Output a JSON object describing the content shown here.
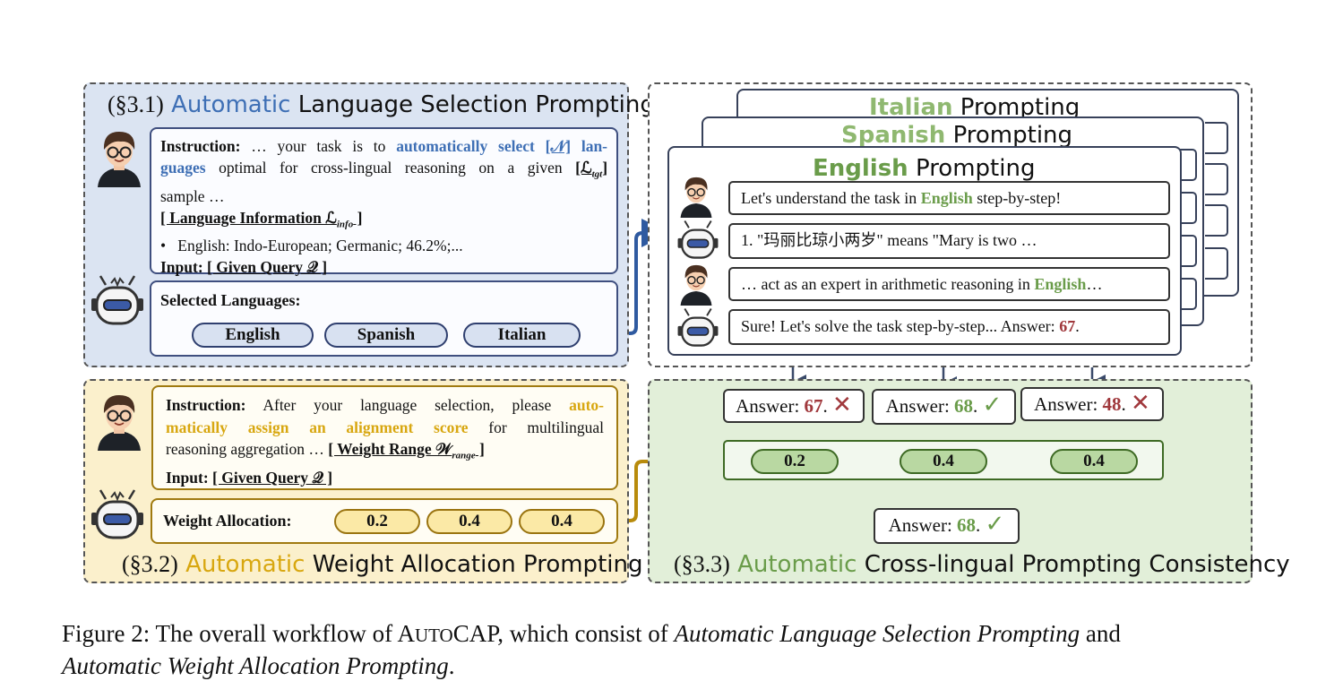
{
  "colors": {
    "blue": "#3e6fb5",
    "green": "#6a9c4a",
    "gold": "#d8a710",
    "red": "#a0383c",
    "panel_blue": "#dbe4f2",
    "panel_yellow": "#fbf0cc",
    "panel_green": "#e2efd9"
  },
  "sec31": {
    "num": "(§3.1)",
    "kw": "Automatic",
    "rest": "Language Selection Prompting",
    "instr_label": "Instruction:",
    "instr_pre": "… your task is to",
    "instr_kw1": "automatically select",
    "n_sym": "[𝒩]",
    "instr_kw2": "lan-",
    "instr_kw3": "guages",
    "instr_mid": "optimal for cross-lingual reasoning on a given",
    "l_tgt": "[ℒ",
    "l_tgt_sub": "tgt",
    "l_tgt_end": "]",
    "instr_end": "sample …",
    "li_open": "[ Language Information ℒ",
    "li_sub": "info",
    "li_close": " ]",
    "bullet": "English: Indo-European; Germanic; 46.2%;...",
    "input_label": "Input:",
    "input_q": "[ Given Query 𝒬 ]",
    "selected_label": "Selected Languages:",
    "langs": [
      "English",
      "Spanish",
      "Italian"
    ]
  },
  "sec32": {
    "num": "(§3.2)",
    "kw": "Automatic",
    "rest": "Weight Allocation Prompting",
    "instr_label": "Instruction:",
    "instr_pre": "After your language selection, please",
    "kw1": "auto-",
    "kw2": "matically assign an alignment score",
    "instr_mid": "for multilingual",
    "instr_line3": "reasoning aggregation …",
    "wr_open": "[ Weight Range 𝒲",
    "wr_sub": "range",
    "wr_close": " ]",
    "input_label": "Input:",
    "input_q": "[ Given Query 𝒬 ]",
    "weight_label": "Weight Allocation:",
    "weights": [
      "0.2",
      "0.4",
      "0.4"
    ]
  },
  "prompting": {
    "back2_lang": "Italian",
    "back1_lang": "Spanish",
    "front_lang": "English",
    "word": "Prompting",
    "chat1_pre": "Let's understand the task in",
    "chat1_kw": "English",
    "chat1_post": "step-by-step!",
    "chat2": "1.   \"玛丽比琼小两岁\" means \"Mary is two …",
    "chat3_pre": "… act as an expert in arithmetic reasoning in",
    "chat3_kw": "English",
    "chat3_post": "…",
    "chat4_pre": "Sure! Let's solve the task step-by-step... Answer:",
    "chat4_num": "67",
    "chat4_post": "."
  },
  "sec33": {
    "num": "(§3.3)",
    "kw": "Automatic",
    "rest": "Cross-lingual Prompting Consistency",
    "answer_label": "Answer:",
    "answers": [
      {
        "num": "67",
        "mark": "✕"
      },
      {
        "num": "68",
        "mark": "✓"
      },
      {
        "num": "48",
        "mark": "✕"
      }
    ],
    "weights": [
      "0.2",
      "0.4",
      "0.4"
    ],
    "final_num": "68",
    "final_mark": "✓"
  },
  "caption": {
    "lead": "Figure 2: The overall workflow of ",
    "name_a": "A",
    "name_b": "UTO",
    "name_c": "CAP",
    "mid": ", which consist of ",
    "it1": "Automatic Language Selection Prompting",
    "and": " and",
    "it2": "Automatic Weight Allocation Prompting",
    "end": "."
  }
}
